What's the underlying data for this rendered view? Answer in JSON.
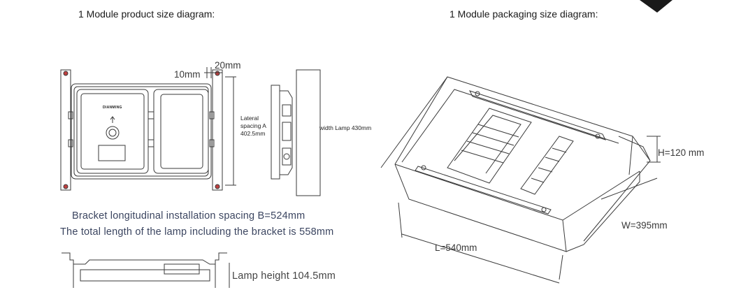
{
  "titles": {
    "product": "1 Module product size diagram:",
    "packaging": "1 Module packaging size diagram:"
  },
  "product": {
    "brand": "DIANMING",
    "dim_10": "10mm",
    "dim_20": "20mm",
    "lateral_line1": "Lateral",
    "lateral_line2": "spacing A",
    "lateral_line3": "402.5mm",
    "width_lamp": "width Lamp 430mm",
    "bracket_spacing": "Bracket longitudinal installation spacing B=524mm",
    "total_length": "The total length of the lamp including the bracket is 558mm",
    "lamp_height": "Lamp height 104.5mm"
  },
  "packaging": {
    "height": "H=120 mm",
    "width": "W=395mm",
    "length": "L=540mm"
  },
  "colors": {
    "line": "#3a3a3a",
    "text": "#1a1a1a",
    "note_blue": "#3b4560"
  }
}
